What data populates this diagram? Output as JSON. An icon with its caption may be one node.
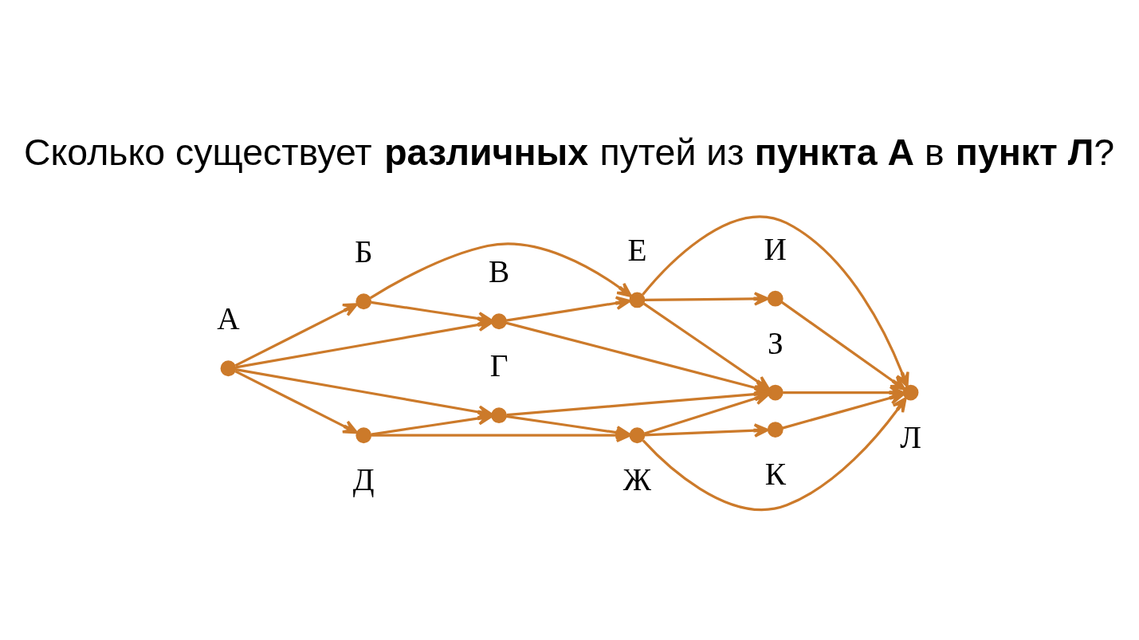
{
  "diagram": {
    "title": "Сколько существует **различных** путей из **пункта А** в **пункт Л**?",
    "nodes": [
      {
        "text": [],
        "shape": "circle",
        "beside": [
          "А"
        ]
      },
      {
        "text": [],
        "shape": "circle",
        "beside": [
          "Б"
        ]
      },
      {
        "text": [],
        "shape": "circle",
        "beside": [
          "В"
        ]
      },
      {
        "text": [],
        "shape": "circle",
        "beside": [
          "Г"
        ]
      },
      {
        "text": [],
        "shape": "circle",
        "beside": [
          "Д"
        ]
      },
      {
        "text": [],
        "shape": "circle",
        "beside": [
          "Е"
        ]
      },
      {
        "text": [],
        "shape": "circle",
        "beside": [
          "Ж"
        ]
      },
      {
        "text": [],
        "shape": "circle",
        "beside": [
          "З"
        ]
      },
      {
        "text": [],
        "shape": "circle",
        "beside": [
          "И"
        ]
      },
      {
        "text": [],
        "shape": "circle",
        "beside": [
          "К"
        ]
      },
      {
        "text": [],
        "shape": "circle",
        "beside": [
          "Л"
        ]
      }
    ],
    "edges": [
      {
        "from": 0,
        "to": 1,
        "arrow": "to"
      },
      {
        "from": 0,
        "to": 2,
        "arrow": "to"
      },
      {
        "from": 0,
        "to": 3,
        "arrow": "to"
      },
      {
        "from": 0,
        "to": 4,
        "arrow": "to"
      },
      {
        "from": 1,
        "to": 5,
        "arrow": "to"
      },
      {
        "from": 1,
        "to": 2,
        "arrow": "to"
      },
      {
        "from": 2,
        "to": 5,
        "arrow": "to"
      },
      {
        "from": 2,
        "to": 7,
        "arrow": "to"
      },
      {
        "from": 3,
        "to": 7,
        "arrow": "to"
      },
      {
        "from": 3,
        "to": 6,
        "arrow": "to"
      },
      {
        "from": 4,
        "to": 3,
        "arrow": "to"
      },
      {
        "from": 4,
        "to": 6,
        "arrow": "to"
      },
      {
        "from": 5,
        "to": 8,
        "arrow": "to"
      },
      {
        "from": 5,
        "to": 7,
        "arrow": "to"
      },
      {
        "from": 5,
        "to": 10,
        "arrow": "to"
      },
      {
        "from": 8,
        "to": 10,
        "arrow": "to"
      },
      {
        "from": 7,
        "to": 10,
        "arrow": "to"
      },
      {
        "from": 6,
        "to": 7,
        "arrow": "to"
      },
      {
        "from": 6,
        "to": 10,
        "arrow": "to"
      },
      {
        "from": 6,
        "to": 9,
        "arrow": "to"
      },
      {
        "from": 9,
        "to": 10,
        "arrow": "to"
      }
    ]
  }
}
